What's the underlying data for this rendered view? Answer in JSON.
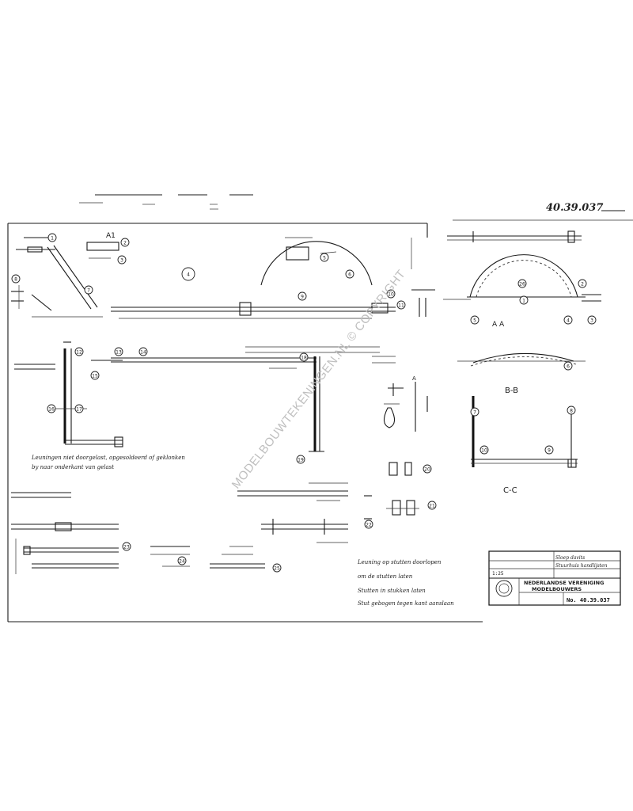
{
  "drawing": {
    "drawing_number": "40.39.037",
    "watermark": "MODELBOUWTEKENINGEN.NL © COPYRIGHT"
  },
  "views": {
    "section_bb": "B-B",
    "section_cc": "C-C",
    "section_aa": "A  A",
    "label_a": "A",
    "label_a1": "A1"
  },
  "parts": [
    "1",
    "2",
    "3",
    "4",
    "5",
    "6",
    "7",
    "8",
    "9",
    "10",
    "11",
    "12",
    "13",
    "14",
    "15",
    "16",
    "17",
    "18",
    "19",
    "20",
    "21",
    "22",
    "23",
    "24",
    "25",
    "26"
  ],
  "notes": {
    "left_line1": "Leuningen niet doorgelast, opgesoldeerd of geklonken",
    "left_line2": "by naar onderkant van gelast",
    "right_line1": "Leuning op stutten doorlopen",
    "right_line2": "om de stutten laten",
    "right_line3": "Stutten in stukken laten",
    "right_line4": "Stut gebogen tegen kant aanslaan"
  },
  "title_block": {
    "organization_line1": "NEDERLANDSE VERENIGING",
    "organization_line2": "MODELBOUWERS",
    "number": "No. 40.39.037",
    "title": "Sloep davits",
    "subtitle": "Stuurhuis handlijsten",
    "scale": "1:25"
  }
}
